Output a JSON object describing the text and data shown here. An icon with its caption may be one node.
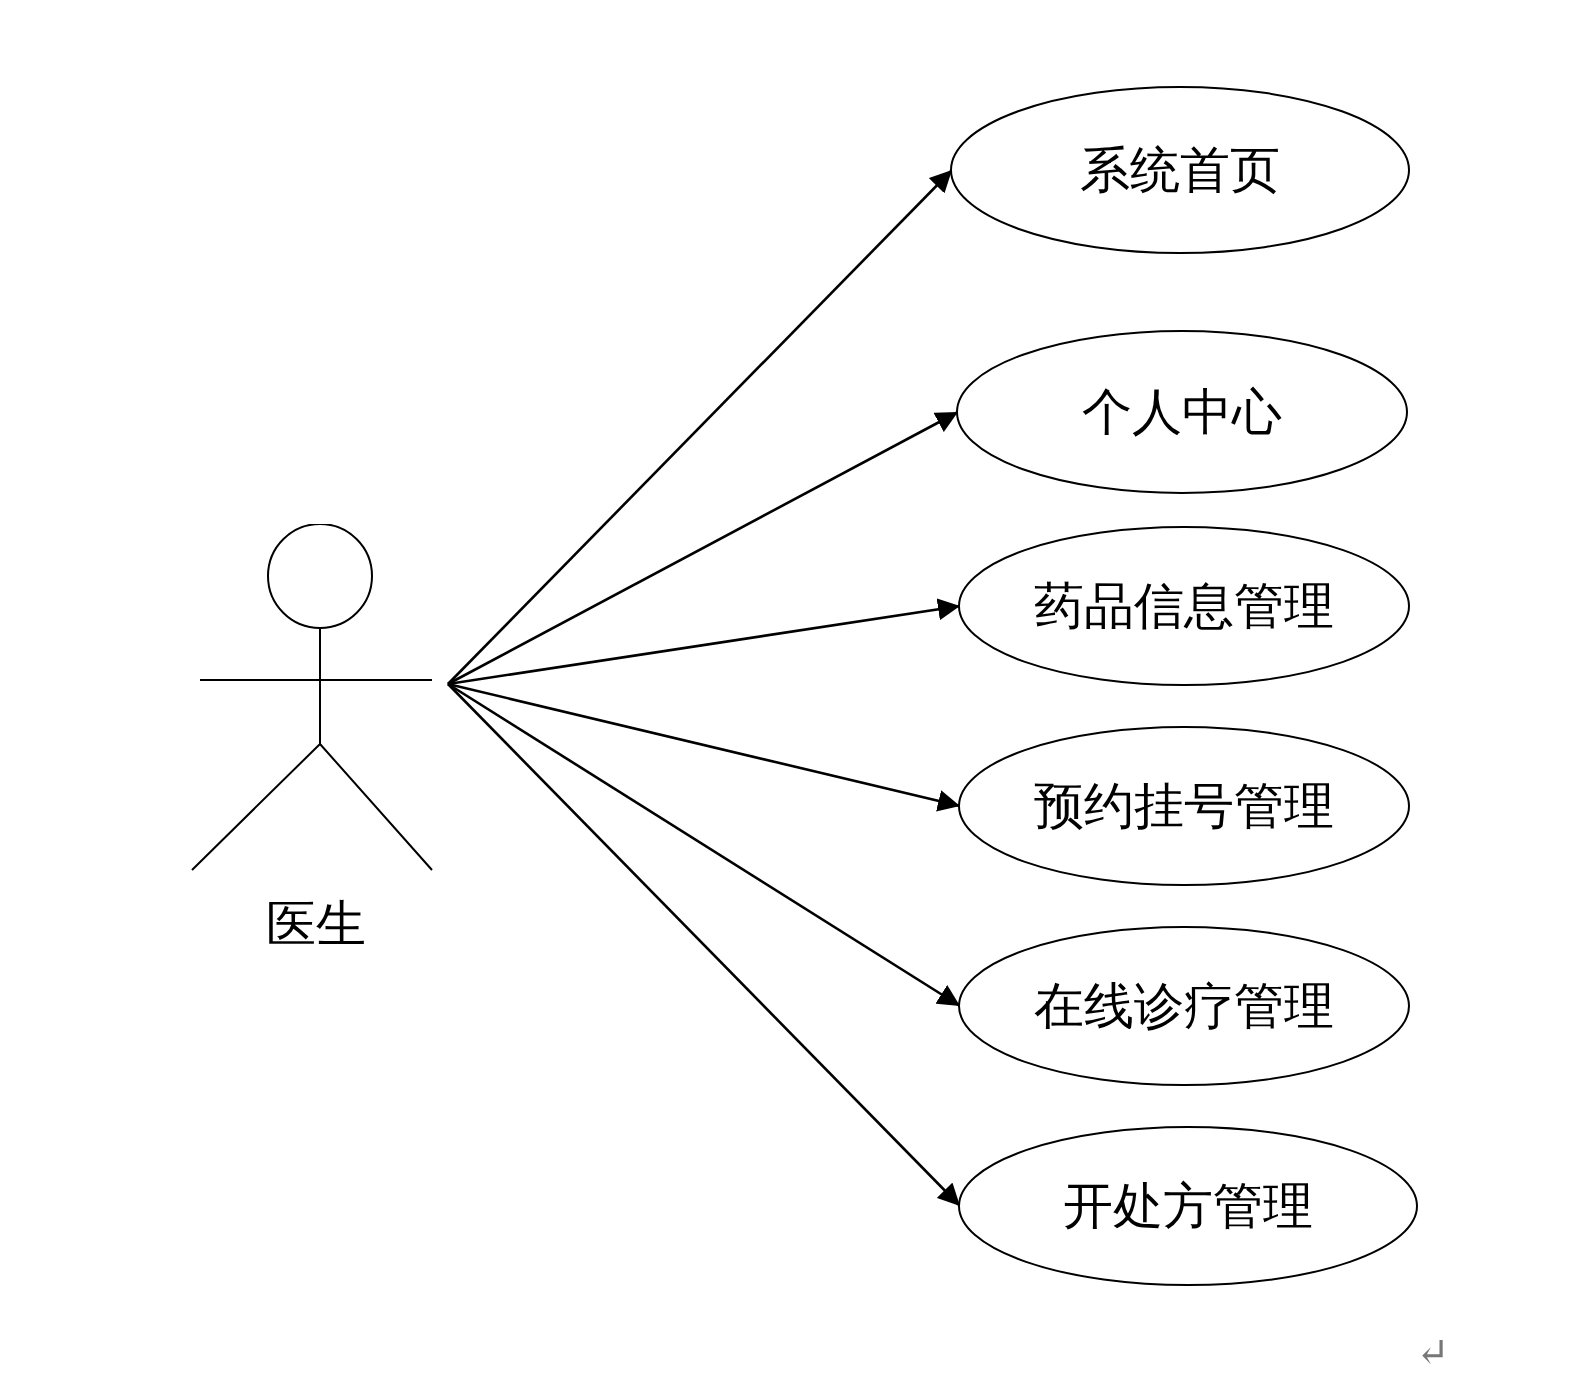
{
  "diagram": {
    "nodes": [
      {
        "text": [
          "医生"
        ]
      },
      {
        "text": [
          "系统首页"
        ]
      },
      {
        "text": [
          "个人中心"
        ]
      },
      {
        "text": [
          "药品信息管理"
        ]
      },
      {
        "text": [
          "预约挂号管理"
        ]
      },
      {
        "text": [
          "在线诊疗管理"
        ]
      },
      {
        "text": [
          "开处方管理"
        ]
      }
    ],
    "edges": [
      {
        "from": 0,
        "to": 1,
        "arrow": "to"
      },
      {
        "from": 0,
        "to": 2,
        "arrow": "to"
      },
      {
        "from": 0,
        "to": 3,
        "arrow": "to"
      },
      {
        "from": 0,
        "to": 4,
        "arrow": "to"
      },
      {
        "from": 0,
        "to": 5,
        "arrow": "to"
      },
      {
        "from": 0,
        "to": 6,
        "arrow": "to"
      }
    ],
    "labels": [
      "↵"
    ]
  }
}
